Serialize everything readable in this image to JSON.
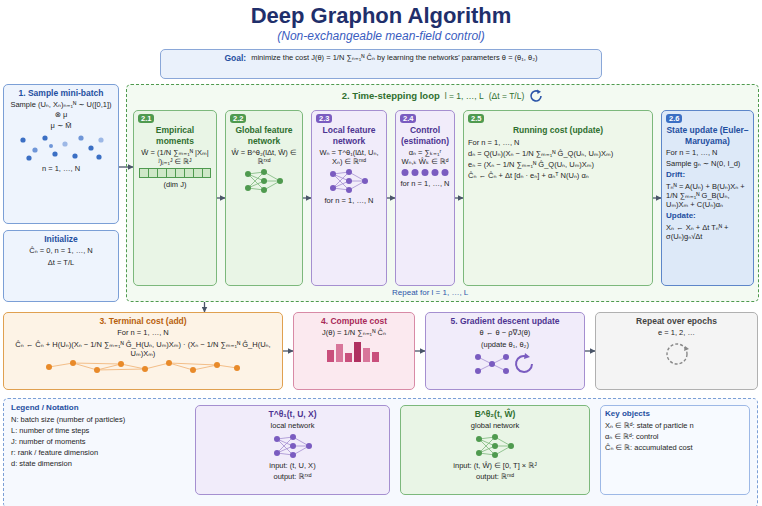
{
  "diagram": {
    "title": "Deep Graphon Algorithm",
    "nodes": [
      {
        "text": [
          "Goal:",
          "minimize the cost J(θ) = 1/N ∑ₙ₌₁ᴺ Ĉₙ by learning the networks' parameters θ = (θ₁, θ₂)"
        ]
      },
      {
        "text": [
          "1. Sample mini-batch",
          "Sample (Uₙ, Xₙ)ₙ₌₁ᴺ ∼ U([0,1]) ⊗ μ",
          "μ ∼ M̃",
          "n = 1, …, N"
        ]
      },
      {
        "text": [
          "Initialize",
          "Ĉₙ = 0, n = 1, …, N",
          "Δt = T/L"
        ]
      },
      {
        "text": [
          "2. Time-stepping loop",
          "l = 1, …, L",
          "(Δt = T/L)",
          "Repeat for l = 1, …, L"
        ]
      },
      {
        "text": [
          "2.1",
          "Empirical moments",
          "W̄ = (1/N ∑ₘ₌₁ᴺ |Xₘ|ʲ)ⱼ₌₁ᴶ ∈ ℝᴶ",
          "(dim J)"
        ],
        "in": 3
      },
      {
        "text": [
          "2.2",
          "Global feature network",
          "Ŵ = B^θ₂(lΔt, W̄) ∈ ℝʳˣᵈ"
        ],
        "in": 3
      },
      {
        "text": [
          "2.3",
          "Local feature network",
          "Wₙ = T^θ₁(lΔt, Uₙ, Xₙ) ∈ ℝʳˣᵈ",
          "for n = 1, …, N"
        ],
        "in": 3
      },
      {
        "text": [
          "2.4",
          "Control (estimation)",
          "αₙ = ∑ₖ₌₁ʳ Wₙ,ₖ Ŵₖ ∈ ℝᵈ",
          "for n = 1, …, N"
        ],
        "in": 3
      },
      {
        "text": [
          "2.5",
          "Running cost (update)",
          "For n = 1, …, N",
          "dₙ = Q(Uₙ)(Xₙ − 1/N ∑ₘ₌₁ᴺ Ĝ_Q(Uₙ, Uₘ)Xₘ)",
          "eₙ = (Xₙ − 1/N ∑ₘ₌₁ᴺ Ĝ_Q(Uₙ, Uₘ)Xₘ)",
          "Ĉₙ ← Ĉₙ + Δt [dₙ · eₙ] + αₙᵀ N(Uₙ) αₙ"
        ],
        "in": 3
      },
      {
        "text": [
          "2.6",
          "State update (Euler–Maruyama)",
          "For n = 1, …, N",
          "Sample gₙ ∼ N(0, I_d)",
          "Drift:",
          "Tₙᴺ = A(Uₙ) + B(Uₙ)Xₙ + 1/N ∑ₘ₌₁ᴺ G_B(Uₙ, Uₘ)Xₘ + C(Uₙ)αₙ",
          "Update:",
          "Xₙ ← Xₙ + Δt Tₙᴺ + σ(Uₙ)gₙ√Δt"
        ],
        "in": 3
      },
      {
        "text": [
          "3. Terminal cost (add)",
          "For n = 1, …, N",
          "Ĉₙ ← Ĉₙ + H(Uₙ)(Xₙ − 1/N ∑ₘ₌₁ᴺ Ĝ_H(Uₙ, Uₘ)Xₘ) · (Xₙ − 1/N ∑ₘ₌₁ᴺ Ĝ_H(Uₙ, Uₘ)Xₘ)"
        ]
      },
      {
        "text": [
          "4. Compute cost",
          "J(θ) = 1/N ∑ₙ₌₁ᴺ Ĉₙ"
        ]
      },
      {
        "text": [
          "5. Gradient descent update",
          "θ ← θ − ρ∇J(θ)",
          "(update θ₁, θ₂)"
        ]
      },
      {
        "text": [
          "Repeat over epochs",
          "e = 1, 2, …"
        ]
      },
      {
        "text": [
          "Legend / Notation",
          "N: batch size (number of particles)",
          "L: number of time steps",
          "J: number of moments",
          "r: rank / feature dimension",
          "d: state dimension"
        ]
      },
      {
        "text": [
          "T^θ₁(t, U, X)",
          "local network",
          "input: (t, U, X)",
          "output: ℝʳˣᵈ"
        ],
        "in": 14
      },
      {
        "text": [
          "B^θ₂(t, Ŵ)",
          "global network",
          "input: (t, Ŵ) ∈ [0, T] × ℝᴶ",
          "output: ℝʳˣᵈ"
        ],
        "in": 14
      },
      {
        "text": [
          "Key objects",
          "Xₙ ∈ ℝᵈ: state of particle n",
          "αₙ ∈ ℝᵈ: control",
          "Ĉₙ ∈ ℝ: accumulated cost"
        ],
        "in": 14
      }
    ],
    "edges": [
      {
        "from": 1,
        "to": 4,
        "arrow": "to"
      },
      {
        "from": 4,
        "to": 5,
        "arrow": "to"
      },
      {
        "from": 5,
        "to": 6,
        "arrow": "to"
      },
      {
        "from": 6,
        "to": 7,
        "arrow": "to"
      },
      {
        "from": 7,
        "to": 8,
        "arrow": "to"
      },
      {
        "from": 8,
        "to": 9,
        "arrow": "to"
      },
      {
        "from": 3,
        "to": 10,
        "arrow": "to"
      },
      {
        "from": 10,
        "to": 11,
        "arrow": "to"
      },
      {
        "from": 11,
        "to": 12,
        "arrow": "to"
      },
      {
        "from": 12,
        "to": 13,
        "arrow": "to"
      }
    ],
    "labels": [
      "(Non-exchangeable mean-field control)"
    ]
  }
}
